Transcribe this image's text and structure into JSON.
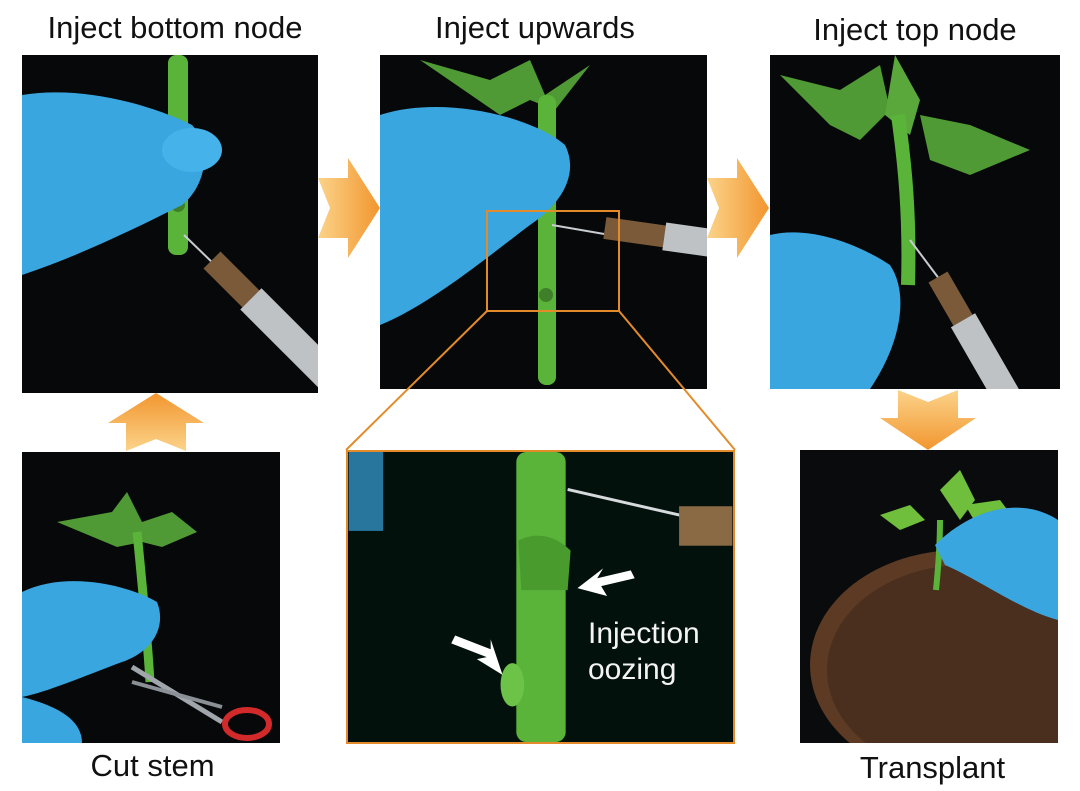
{
  "steps": {
    "inject_bottom": "Inject bottom node",
    "inject_upwards": "Inject upwards",
    "inject_top": "Inject top node",
    "cut_stem": "Cut stem",
    "transplant": "Transplant"
  },
  "zoom": {
    "annotation_line1": "Injection",
    "annotation_line2": "oozing"
  },
  "colors": {
    "arrow": "#f5a94a",
    "highlight_frame": "#e38b2a",
    "glove": "#3aa6df",
    "stem": "#5ab43a"
  }
}
